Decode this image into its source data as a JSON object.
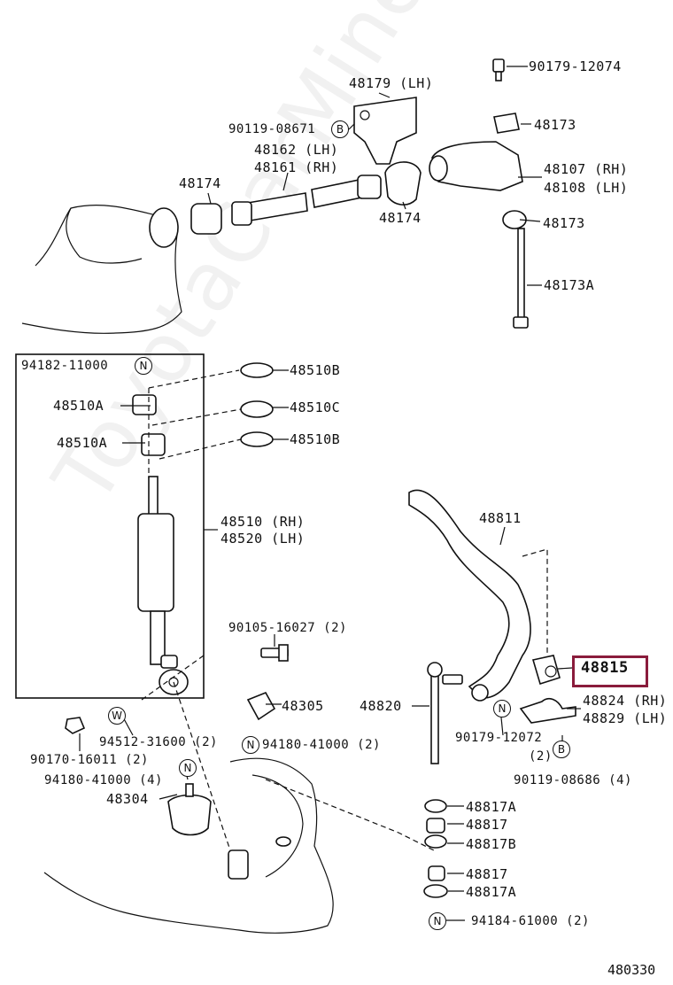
{
  "watermark": "ToyotaCarMine.ru",
  "figure_number": "480330",
  "highlighted_part": "48815",
  "labels": {
    "p90179_12074": "90179-12074",
    "p48179": "48179 (LH)",
    "p90119_08671": "90119-08671",
    "p48173_top": "48173",
    "p48162": "48162 (LH)",
    "p48161": "48161 (RH)",
    "p48107": "48107 (RH)",
    "p48108": "48108 (LH)",
    "p48174_left": "48174",
    "p48174_mid": "48174",
    "p48173_mid": "48173",
    "p48173A": "48173A",
    "p94182": "94182-11000",
    "p48510B_top": "48510B",
    "p48510A_top": "48510A",
    "p48510C": "48510C",
    "p48510A_bot": "48510A",
    "p48510B_bot": "48510B",
    "p48510": "48510 (RH)",
    "p48520": "48520 (LH)",
    "p48811": "48811",
    "p90105": "90105-16027 (2)",
    "p48305": "48305",
    "p48820": "48820",
    "p48824": "48824 (RH)",
    "p48829": "48829 (LH)",
    "p94512": "94512-31600 (2)",
    "p94180_mid": "94180-41000 (2)",
    "p90179_12072": "90179-12072",
    "p90179_12072_qty": "(2)",
    "p90170": "90170-16011 (2)",
    "p94180_left": "94180-41000 (4)",
    "p90119_08686": "90119-08686 (4)",
    "p48304": "48304",
    "p48817A_top": "48817A",
    "p48817_top": "48817",
    "p48817B": "48817B",
    "p48817_bot": "48817",
    "p48817A_bot": "48817A",
    "p94184": "94184-61000 (2)"
  },
  "callouts": {
    "b1": "B",
    "n1": "N",
    "w1": "W",
    "n2": "N",
    "n3": "N",
    "n4": "N",
    "b2": "B",
    "n5": "N"
  }
}
